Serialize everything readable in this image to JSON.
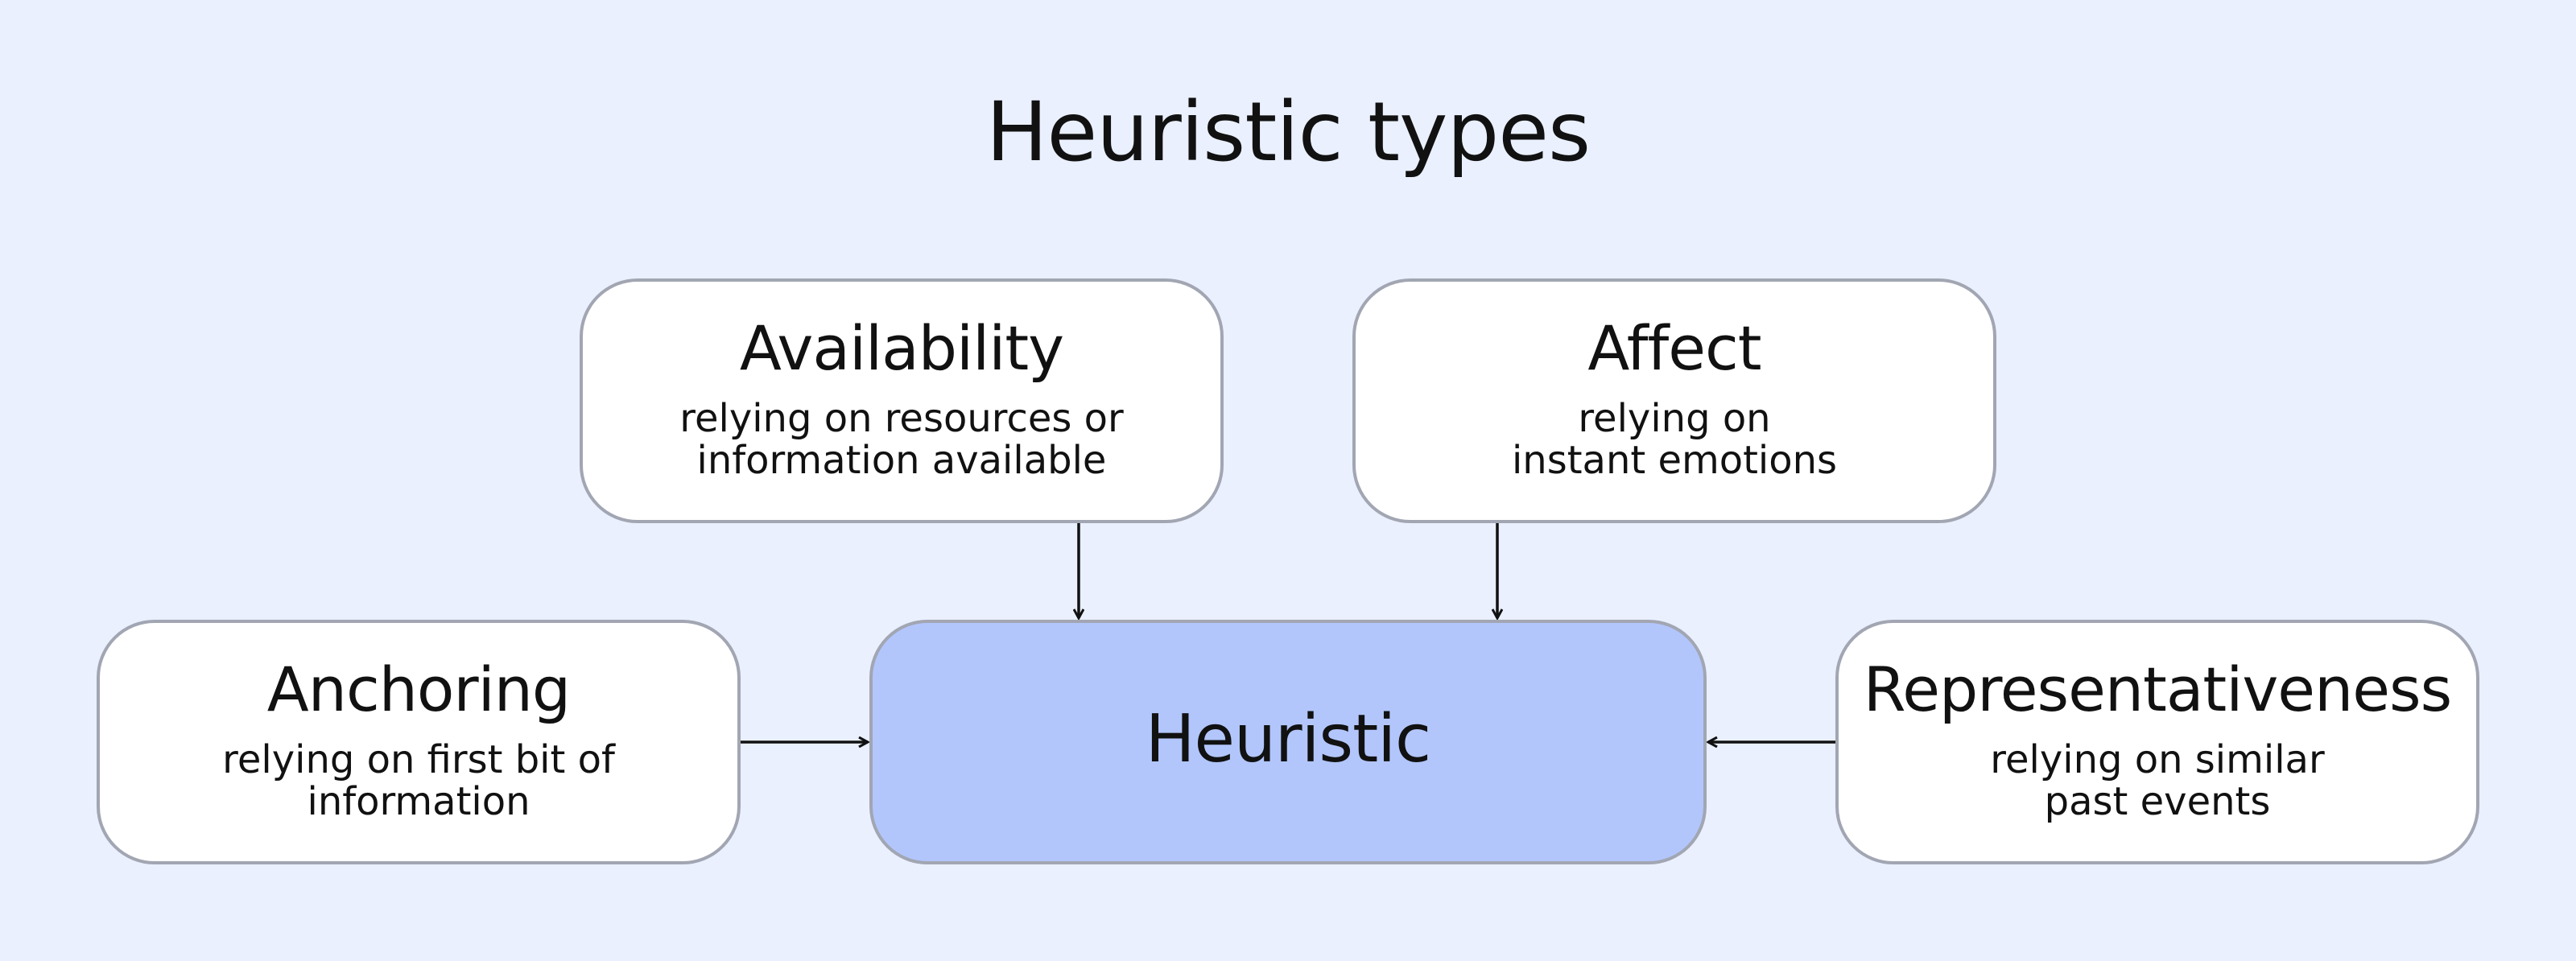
{
  "diagram": {
    "title": "Heuristic types",
    "center": {
      "label": "Heuristic"
    },
    "nodes": [
      {
        "id": "availability",
        "name": "Availability",
        "desc": [
          "relying on resources or",
          "information available"
        ]
      },
      {
        "id": "affect",
        "name": "Affect",
        "desc": [
          "relying on",
          "instant emotions"
        ]
      },
      {
        "id": "anchoring",
        "name": "Anchoring",
        "desc": [
          "relying on first bit of",
          "information"
        ]
      },
      {
        "id": "representativeness",
        "name": "Representativeness",
        "desc": [
          "relying on similar",
          "past events"
        ]
      }
    ],
    "colors": {
      "background": "#eaf0fe",
      "box": "#ffffff",
      "box_border": "#a2a6b3",
      "center_box": "#b2c6fc",
      "text": "#111111",
      "arrow": "#111111"
    }
  }
}
